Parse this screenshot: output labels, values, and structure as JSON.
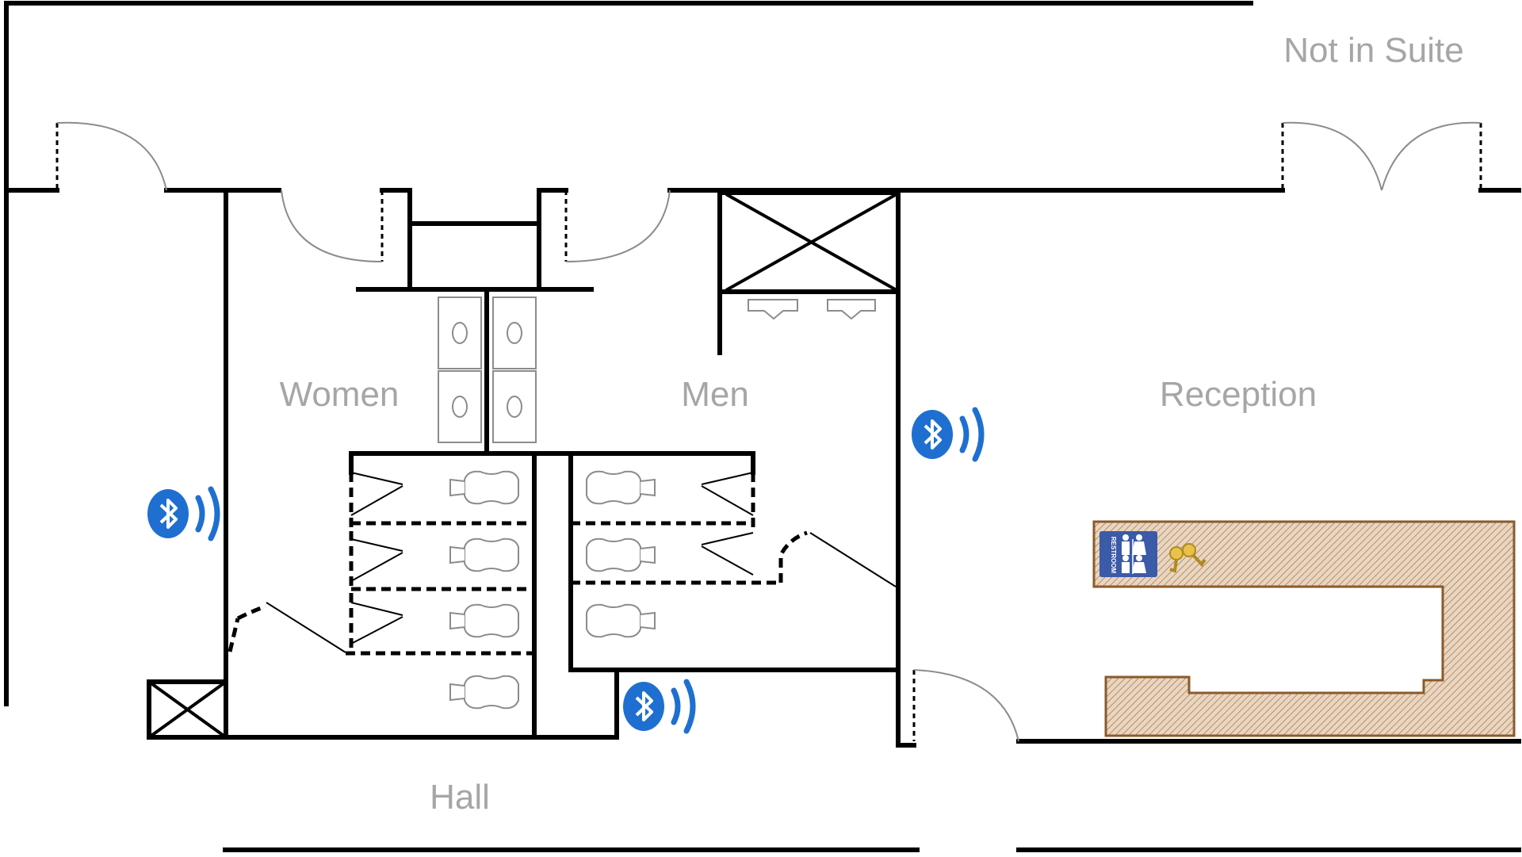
{
  "labels": {
    "not_in_suite": "Not in Suite",
    "women": "Women",
    "men": "Men",
    "reception": "Reception",
    "hall": "Hall"
  },
  "sign": {
    "text": "RESTROOM"
  },
  "icons": {
    "beacon": "bluetooth-beacon-icon",
    "restroom_sign": "restroom-sign-icon",
    "key": "key-icon",
    "shaft": "shaft-x-box"
  },
  "colors": {
    "bluetooth": "#1f6fd1",
    "desk_hatch": "#c8a47c",
    "desk_border": "#8b5a2b",
    "sign_bg": "#3b5aa8",
    "key": "#d9b13b",
    "label": "#a6a6a6"
  }
}
